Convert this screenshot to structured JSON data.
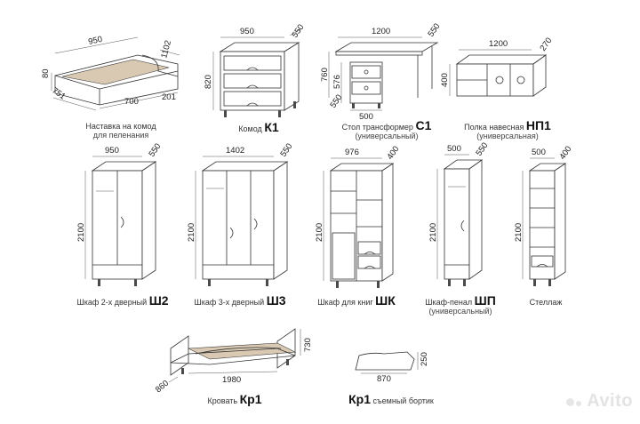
{
  "items": [
    {
      "key": "nastavka",
      "label": "Наставка на комод",
      "sub": "для пеленания",
      "code": "",
      "dims": [
        "950",
        "1102",
        "80",
        "751",
        "700",
        "201"
      ]
    },
    {
      "key": "k1",
      "label": "Комод",
      "sub": "",
      "code": "К1",
      "dims": [
        "950",
        "550",
        "820"
      ]
    },
    {
      "key": "s1",
      "label": "Стол трансформер",
      "sub": "(универсальный)",
      "code": "С1",
      "dims": [
        "1200",
        "550",
        "760",
        "576",
        "550",
        "500"
      ]
    },
    {
      "key": "np1",
      "label": "Полка навесная",
      "sub": "(универсальная)",
      "code": "НП1",
      "dims": [
        "1200",
        "270",
        "400"
      ]
    },
    {
      "key": "sh2",
      "label": "Шкаф 2-х дверный",
      "sub": "",
      "code": "Ш2",
      "dims": [
        "950",
        "550",
        "2100"
      ]
    },
    {
      "key": "sh3",
      "label": "Шкаф 3-х дверный",
      "sub": "",
      "code": "Ш3",
      "dims": [
        "1402",
        "550",
        "2100"
      ]
    },
    {
      "key": "shk",
      "label": "Шкаф для книг",
      "sub": "",
      "code": "ШК",
      "dims": [
        "976",
        "400",
        "2100"
      ]
    },
    {
      "key": "shp",
      "label": "Шкаф-пенал",
      "sub": "(универсальный)",
      "code": "ШП",
      "dims": [
        "500",
        "550",
        "2100"
      ]
    },
    {
      "key": "stellazh",
      "label": "Стеллаж",
      "sub": "",
      "code": "",
      "dims": [
        "500",
        "400",
        "2100"
      ]
    },
    {
      "key": "kr1",
      "label": "Кровать",
      "sub": "",
      "code": "Кр1",
      "dims": [
        "1980",
        "730",
        "860"
      ]
    },
    {
      "key": "bortik",
      "label": "съемный бортик",
      "sub": "",
      "code": "Кр1",
      "dims": [
        "250",
        "870"
      ]
    }
  ],
  "watermark": "Avito"
}
